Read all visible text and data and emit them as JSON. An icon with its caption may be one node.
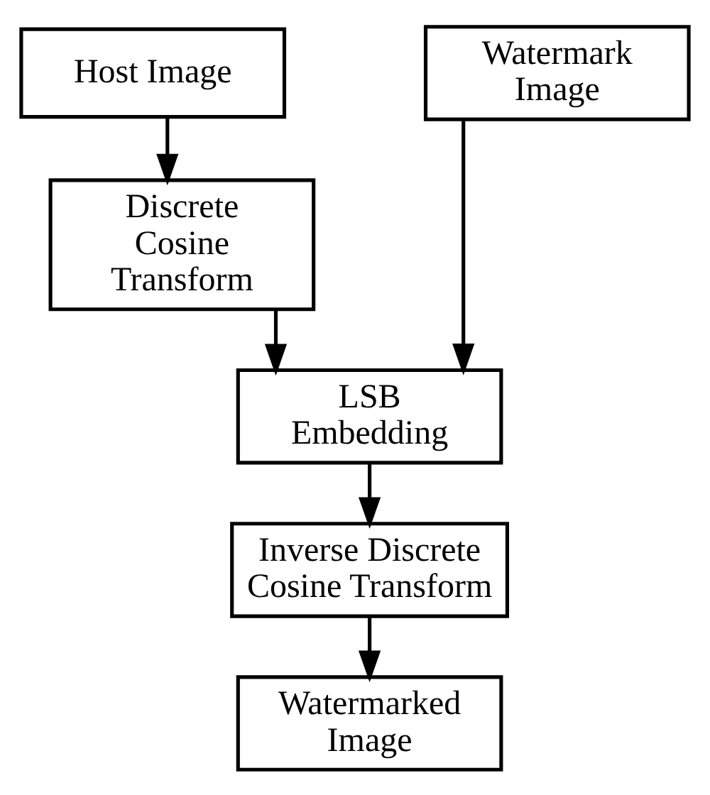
{
  "diagram": {
    "nodes": [
      {
        "text": [
          "Host Image"
        ]
      },
      {
        "text": [
          "Watermark Image"
        ]
      },
      {
        "text": [
          "Discrete Cosine Transform"
        ]
      },
      {
        "text": [
          "LSB Embedding"
        ]
      },
      {
        "text": [
          "Inverse Discrete Cosine Transform"
        ]
      },
      {
        "text": [
          "Watermarked Image"
        ]
      }
    ],
    "edges": [
      {
        "from": 0,
        "to": 2,
        "arrow": "to"
      },
      {
        "from": 2,
        "to": 3,
        "arrow": "to"
      },
      {
        "from": 1,
        "to": 3,
        "arrow": "to"
      },
      {
        "from": 3,
        "to": 4,
        "arrow": "to"
      },
      {
        "from": 4,
        "to": 5,
        "arrow": "to"
      }
    ]
  }
}
